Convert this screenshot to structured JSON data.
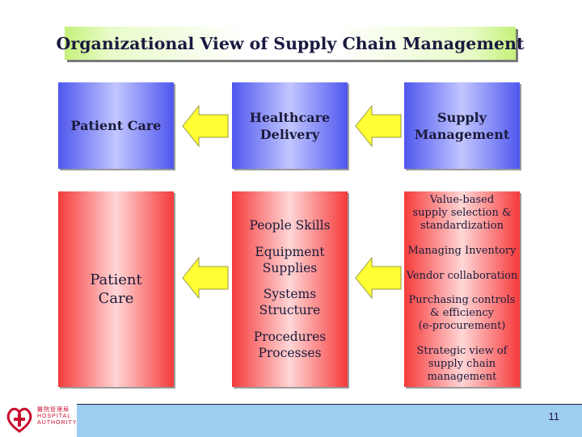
{
  "title": "Organizational View of Supply Chain Management",
  "top_row": {
    "patient_care": "Patient Care",
    "healthcare_delivery": "Healthcare\nDelivery",
    "supply_management": "Supply\nManagement"
  },
  "bottom_row": {
    "patient_care": "Patient\nCare",
    "delivery_items": [
      "People Skills",
      "Equipment\nSupplies",
      "Systems Structure",
      "Procedures\nProcesses"
    ],
    "supply_items": [
      "Value-based\nsupply selection &\nstandardization",
      "Managing Inventory",
      "Vendor collaboration",
      "Purchasing controls\n& efficiency\n(e-procurement)",
      "Strategic view of\nsupply chain\nmanagement"
    ]
  },
  "colors": {
    "box_blue": "#4f57ee",
    "box_red": "#f63a3a",
    "arrow_fill": "#ffff33",
    "footer_bar": "#9fcdf0",
    "logo_red": "#c8102e"
  },
  "footer": {
    "slide_number": "11",
    "logo_name": "hospital-authority-logo",
    "logo_text": "醫院管理局\nHOSPITAL\nAUTHORITY"
  }
}
